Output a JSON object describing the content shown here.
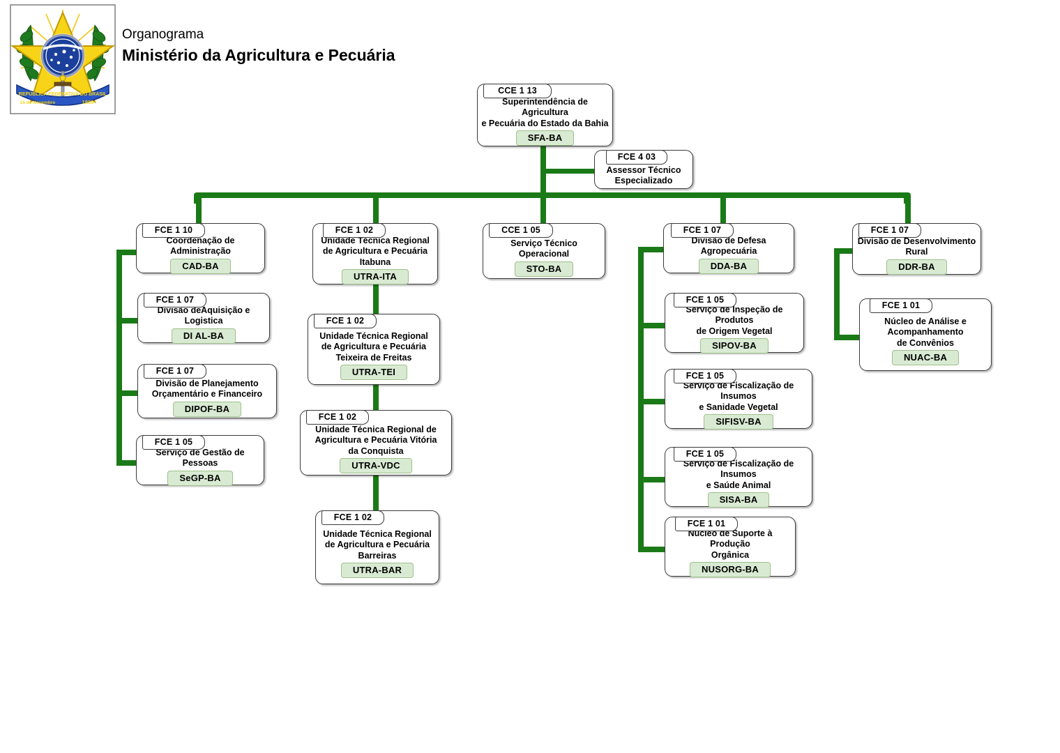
{
  "header": {
    "emblem_name": "brazil-coat-of-arms-icon",
    "subtitle": "Organograma",
    "title": "Ministério da Agricultura e Pecuária"
  },
  "theme": {
    "connector_color": "#1a7a17",
    "chip_bg": "#d9ead3",
    "chip_border": "#9ec08a",
    "box_border": "#3a3a3a",
    "page_bg": "#ffffff"
  },
  "nodes": {
    "root": {
      "code": "CCE 1 13",
      "name": "Superintendência de Agricultura\ne Pecuária do Estado da Bahia",
      "acronym": "SFA-BA"
    },
    "advisor": {
      "code": "FCE 4 03",
      "name": "Assessor Técnico\nEspecializado",
      "acronym": ""
    },
    "cad": {
      "code": "FCE 1 10",
      "name": "Coordenação de Administração",
      "acronym": "CAD-BA"
    },
    "dial": {
      "code": "FCE 1 07",
      "name": "Divisão deAquisição e Logistica",
      "acronym": "DI AL-BA"
    },
    "dipof": {
      "code": "FCE 1 07",
      "name": "Divisão de Planejamento\nOrçamentário e Financeiro",
      "acronym": "DIPOF-BA"
    },
    "segp": {
      "code": "FCE 1 05",
      "name": "Serviço de Gestão de Pessoas",
      "acronym": "SeGP-BA"
    },
    "utra_ita": {
      "code": "FCE 1 02",
      "name": "Unidade Técnica Regional\nde Agricultura e Pecuária\nItabuna",
      "acronym": "UTRA-ITA"
    },
    "utra_tei": {
      "code": "FCE 1 02",
      "name": "Unidade Técnica Regional\nde Agricultura e Pecuária\nTeixeira de Freitas",
      "acronym": "UTRA-TEI"
    },
    "utra_vdc": {
      "code": "FCE 1 02",
      "name": "Unidade Técnica Regional de\nAgricultura e Pecuária Vitória\nda Conquista",
      "acronym": "UTRA-VDC"
    },
    "utra_bar": {
      "code": "FCE 1 02",
      "name": "Unidade Técnica Regional\nde Agricultura e Pecuária\nBarreiras",
      "acronym": "UTRA-BAR"
    },
    "sto": {
      "code": "CCE 1 05",
      "name": "Serviço Técnico Operacional",
      "acronym": "STO-BA"
    },
    "dda": {
      "code": "FCE 1 07",
      "name": "Divisão de Defesa Agropecuária",
      "acronym": "DDA-BA"
    },
    "sipov": {
      "code": "FCE 1 05",
      "name": "Serviço de Inspeção de Produtos\nde Origem Vegetal",
      "acronym": "SIPOV-BA"
    },
    "sifisv": {
      "code": "FCE 1 05",
      "name": "Serviço de Fiscalização de Insumos\ne Sanidade Vegetal",
      "acronym": "SIFISV-BA"
    },
    "sisa": {
      "code": "FCE 1 05",
      "name": "Serviço de Fiscalização de Insumos\ne Saúde Animal",
      "acronym": "SISA-BA"
    },
    "nusorg": {
      "code": "FCE 1 01",
      "name": "Núcleo de Suporte à Produção\nOrgânica",
      "acronym": "NUSORG-BA"
    },
    "ddr": {
      "code": "FCE 1 07",
      "name": "Divisão de Desenvolvimento\nRural",
      "acronym": "DDR-BA"
    },
    "nuac": {
      "code": "FCE 1 01",
      "name": "Núcleo de Análise e\nAcompanhamento\nde Convênios",
      "acronym": "NUAC-BA"
    }
  }
}
